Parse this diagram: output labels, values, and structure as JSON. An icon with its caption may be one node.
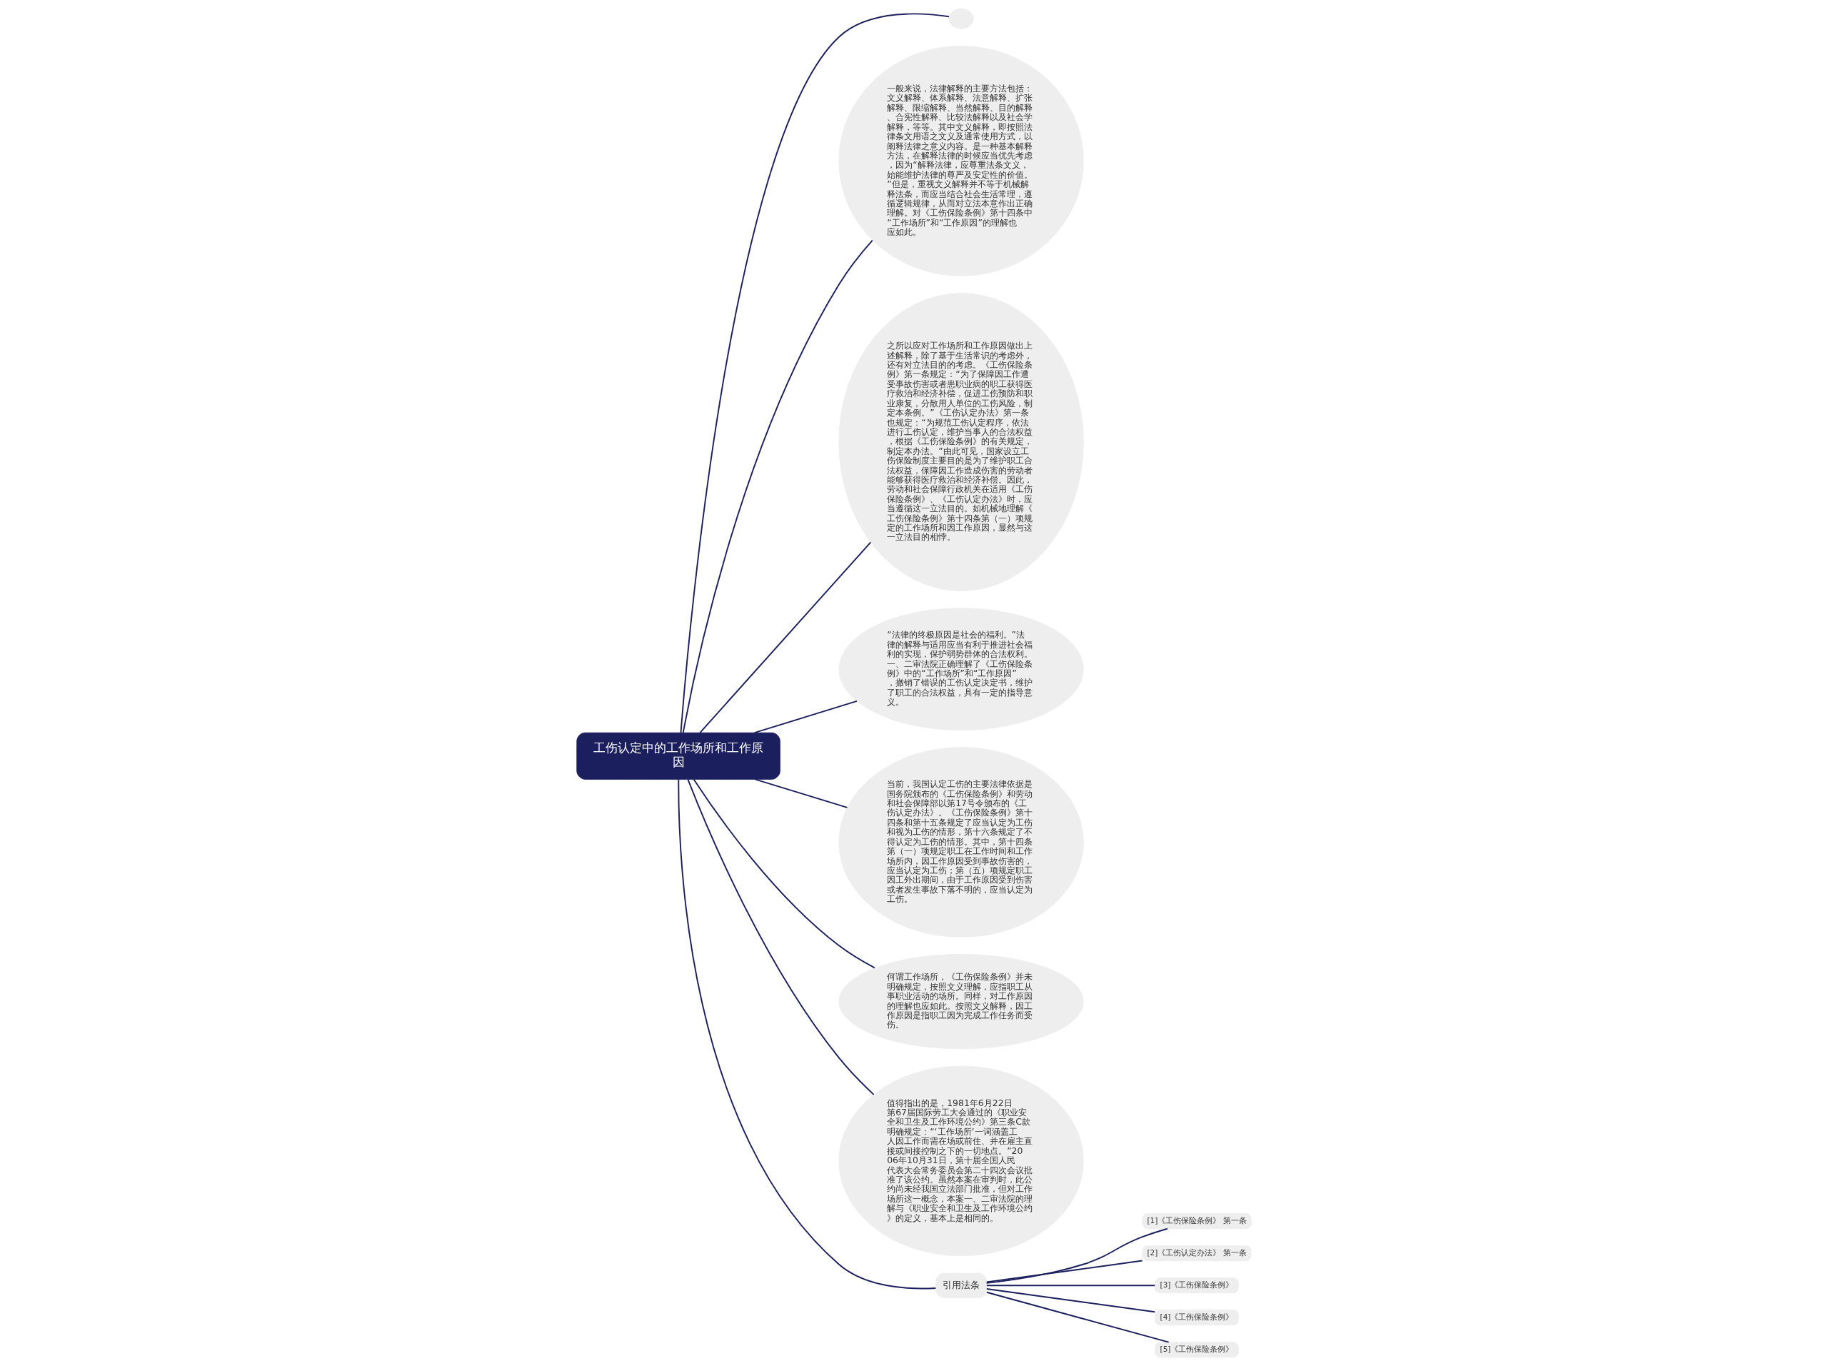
{
  "diagram": {
    "nodes": [
      {
        "text": [
          "工伤认定中的工作场所和工作原因"
        ]
      },
      {
        "text": [],
        "shape": "circle"
      },
      {
        "text": [
          "一般来说，法律解释的主要方法包括：文义解释、体系解释、法意解释、扩张解释、限缩解释、当然解释、目的解释、合宪性解释、比较法解释以及社会学解释，等等。其中文义解释，即按照法律条文用语之文义及通常使用方式，以阐释法律之意义内容。是一种基本解释方法，在解释法律的时候应当优先考虑，因为“解释法律，应尊重法条文义，始能维护法律的尊严及安定性的价值。”但是，重视文义解释并不等于机械解释法条，而应当结合社会生活常理，遵循逻辑规律，从而对立法本意作出正确理解。对《工伤保险条例》第十四条中“工作场所”和“工作原因”的理解也应如此。"
        ]
      },
      {
        "text": [
          "之所以应对工作场所和工作原因做出上述解释，除了基于生活常识的考虑外，还有对立法目的的考虑。《工伤保险条例》第一条规定：“为了保障因工作遭受事故伤害或者患职业病的职工获得医疗救治和经济补偿，促进工伤预防和职业康复，分散用人单位的工伤风险，制定本条例。”《工伤认定办法》第一条也规定：“为规范工伤认定程序，依法进行工伤认定，维护当事人的合法权益，根据《工伤保险条例》的有关规定，制定本办法。”由此可见，国家设立工伤保险制度主要目的是为了维护职工合法权益，保障因工作造成伤害的劳动者能够获得医疗救治和经济补偿。因此，劳动和社会保障行政机关在适用《工伤保险条例》、《工伤认定办法》时，应当遵循这一立法目的。如机械地理解《工伤保险条例》第十四条第（一）项规定的工作场所和因工作原因，显然与这一立法目的相悖。"
        ]
      },
      {
        "text": [
          "“法律的终极原因是社会的福利。”法律的解释与适用应当有利于推进社会福利的实现，保护弱势群体的合法权利。一、二审法院正确理解了《工伤保险条例》中的“工作场所”和“工作原因”，撤销了错误的工伤认定决定书，维护了职工的合法权益，具有一定的指导意义。"
        ]
      },
      {
        "text": [
          "当前，我国认定工伤的主要法律依据是国务院颁布的《工伤保险条例》和劳动和社会保障部以第17号令颁布的《工伤认定办法》。《工伤保险条例》第十四条和第十五条规定了应当认定为工伤和视为工伤的情形，第十六条规定了不得认定为工伤的情形。其中，第十四条第（一）项规定职工在工作时间和工作场所内，因工作原因受到事故伤害的，应当认定为工伤；第（五）项规定职工因工外出期间，由于工作原因受到伤害或者发生事故下落不明的，应当认定为工伤。"
        ]
      },
      {
        "text": [
          "何谓工作场所，《工伤保险条例》并未明确规定，按照文义理解，应指职工从事职业活动的场所。同样，对工作原因的理解也应如此。按照文义解释，因工作原因是指职工因为完成工作任务而受伤。"
        ]
      },
      {
        "text": [
          "值得指出的是，1981年6月22日第67届国际劳工大会通过的《职业安全和卫生及工作环境公约》第三条C款明确规定：“‘工作场所’一词涵盖工人因工作而需在场或前住、并在雇主直接或间接控制之下的一切地点。”2006年10月31日，第十届全国人民代表大会常务委员会第二十四次会议批准了该公约。虽然本案在审判时，此公约尚未经我国立法部门批准，但对工作场所这一概念，本案一、二审法院的理解与《职业安全和卫生及工作环境公约》的定义，基本上是相同的。"
        ]
      },
      {
        "text": [
          "引用法条"
        ]
      },
      {
        "text": [
          "[1]《工伤保险条例》 第一条"
        ]
      },
      {
        "text": [
          "[2]《工伤认定办法》 第一条"
        ]
      },
      {
        "text": [
          "[3]《工伤保险条例》"
        ]
      },
      {
        "text": [
          "[4]《工伤保险条例》"
        ]
      },
      {
        "text": [
          "[5]《工伤保险条例》"
        ]
      }
    ],
    "edges": [
      {
        "from": 0,
        "to": 1,
        "arrow": "none"
      },
      {
        "from": 0,
        "to": 2,
        "arrow": "none"
      },
      {
        "from": 0,
        "to": 3,
        "arrow": "none"
      },
      {
        "from": 0,
        "to": 4,
        "arrow": "none"
      },
      {
        "from": 0,
        "to": 5,
        "arrow": "none"
      },
      {
        "from": 0,
        "to": 6,
        "arrow": "none"
      },
      {
        "from": 0,
        "to": 7,
        "arrow": "none"
      },
      {
        "from": 0,
        "to": 8,
        "arrow": "none"
      },
      {
        "from": 8,
        "to": 9,
        "arrow": "none"
      },
      {
        "from": 8,
        "to": 10,
        "arrow": "none"
      },
      {
        "from": 8,
        "to": 11,
        "arrow": "none"
      },
      {
        "from": 8,
        "to": 12,
        "arrow": "none"
      },
      {
        "from": 8,
        "to": 13,
        "arrow": "none"
      }
    ]
  }
}
